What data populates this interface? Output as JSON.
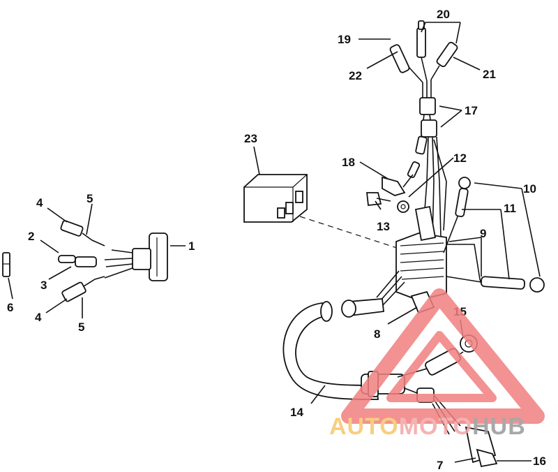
{
  "diagram": {
    "callouts": {
      "c1": "1",
      "c2": "2",
      "c3": "3",
      "c4a": "4",
      "c4b": "4",
      "c5a": "5",
      "c5b": "5",
      "c6": "6",
      "c7": "7",
      "c8": "8",
      "c9": "9",
      "c10": "10",
      "c11": "11",
      "c12": "12",
      "c13": "13",
      "c14": "14",
      "c15": "15",
      "c16": "16",
      "c17": "17",
      "c18": "18",
      "c19": "19",
      "c20": "20",
      "c21": "21",
      "c22": "22",
      "c23": "23"
    }
  },
  "watermark": {
    "word1": "AUTO",
    "word2": "MOTO",
    "word3": "HUB",
    "colors": {
      "word1": "#f6c66a",
      "word2": "#f4a6a6",
      "word3": "#9a9a9a",
      "logo": "#f08080"
    }
  }
}
